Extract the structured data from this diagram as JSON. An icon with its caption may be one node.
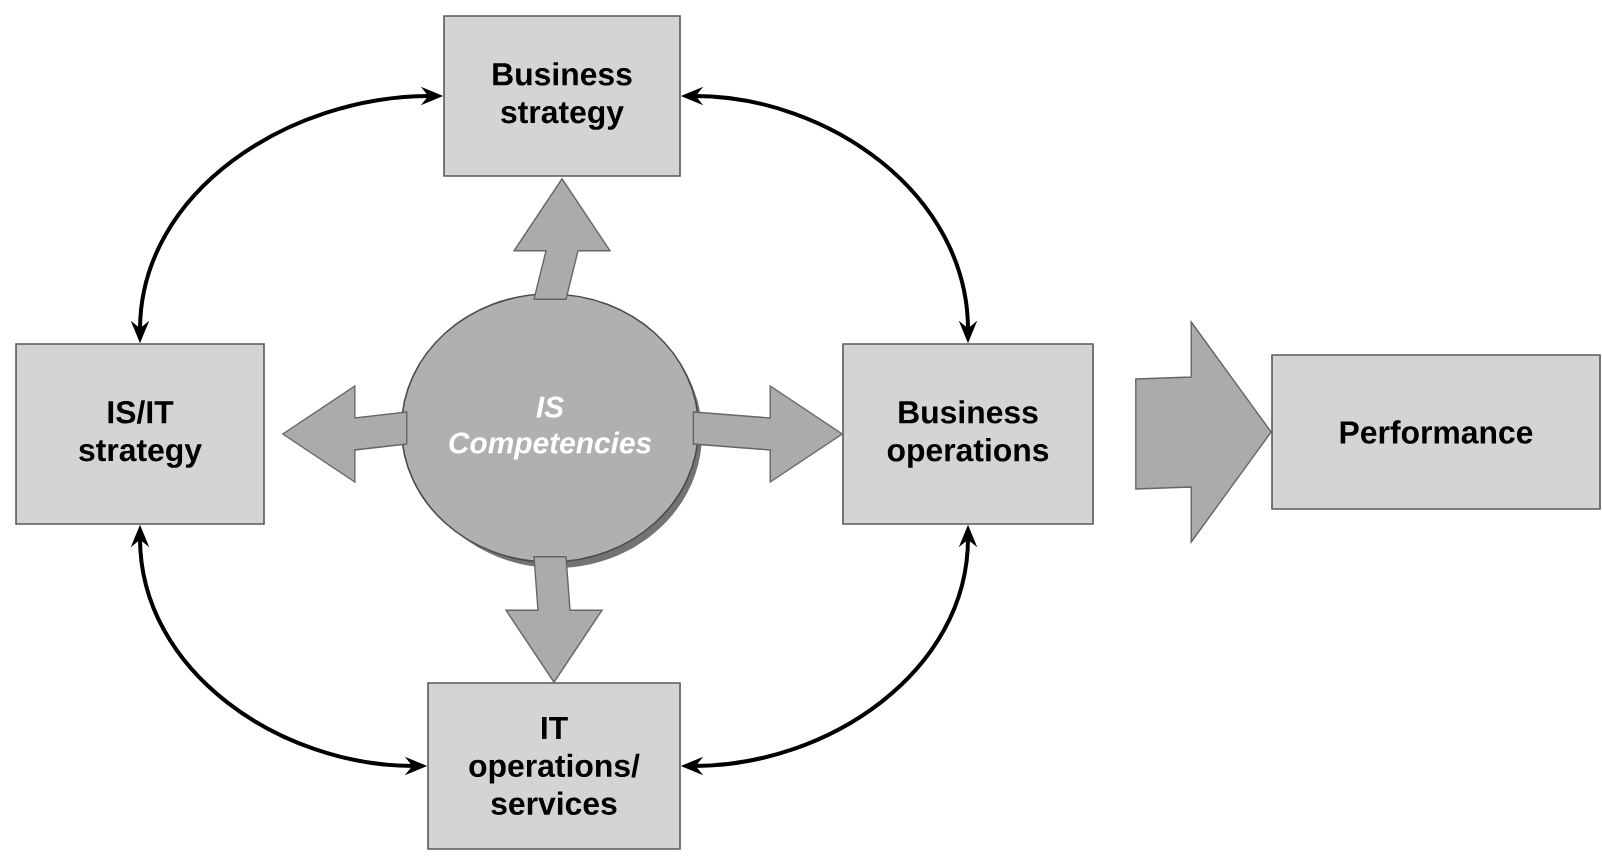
{
  "diagram": {
    "nodes": [
      {
        "text": [
          "Business strategy"
        ]
      },
      {
        "text": [
          "IS/IT strategy"
        ]
      },
      {
        "text": [
          "IS Competencies"
        ]
      },
      {
        "text": [
          "Business operations"
        ]
      },
      {
        "text": [
          "IT operations/ services"
        ]
      },
      {
        "text": [
          "Performance"
        ]
      }
    ],
    "edges": [
      {
        "from": 0,
        "to": 1,
        "arrow": "both",
        "color": "#000000"
      },
      {
        "from": 0,
        "to": 3,
        "arrow": "both",
        "color": "#000000"
      },
      {
        "from": 1,
        "to": 4,
        "arrow": "both",
        "color": "#000000"
      },
      {
        "from": 3,
        "to": 4,
        "arrow": "both",
        "color": "#000000"
      },
      {
        "from": 2,
        "to": 0,
        "arrow": "to",
        "style": "thick"
      },
      {
        "from": 2,
        "to": 1,
        "arrow": "to",
        "style": "thick"
      },
      {
        "from": 2,
        "to": 3,
        "arrow": "to",
        "style": "thick"
      },
      {
        "from": 2,
        "to": 4,
        "arrow": "to",
        "style": "thick"
      },
      {
        "from": 3,
        "to": 5,
        "arrow": "to",
        "style": "thick"
      }
    ]
  }
}
